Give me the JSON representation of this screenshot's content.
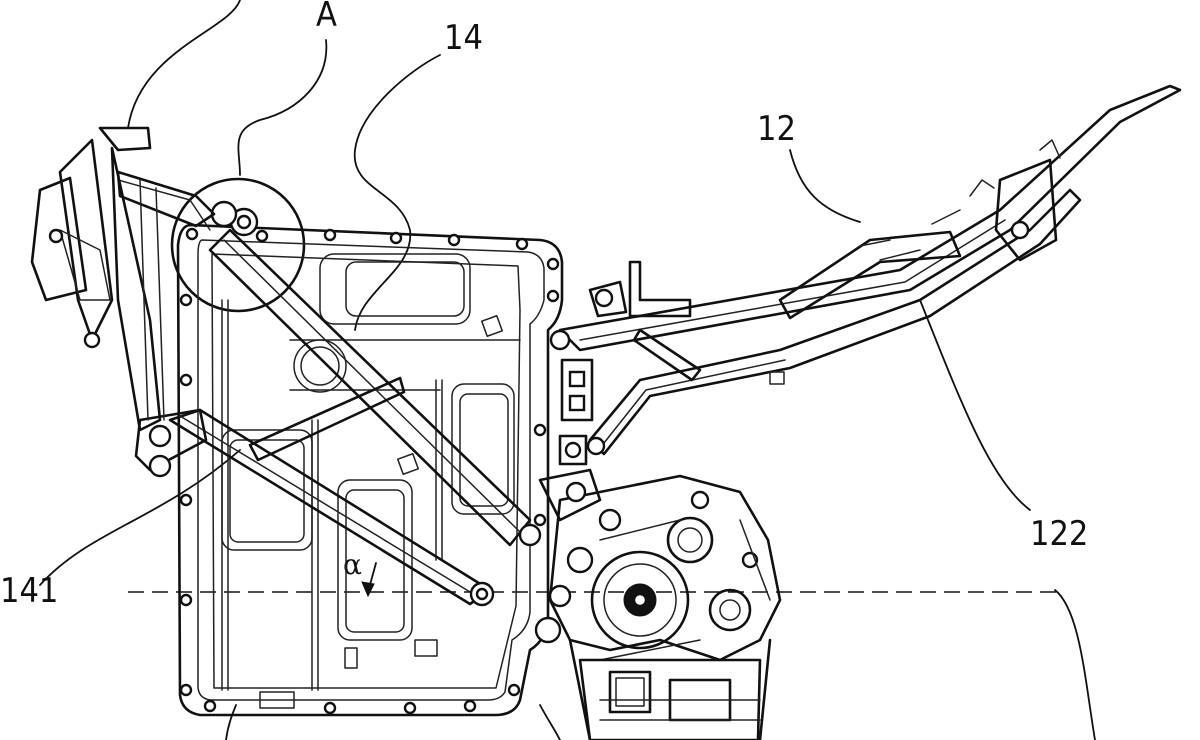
{
  "labels": {
    "detail_A": "A",
    "ref_14": "14",
    "ref_12": "12",
    "ref_122": "122",
    "ref_141": "141",
    "angle_alpha": "α"
  }
}
